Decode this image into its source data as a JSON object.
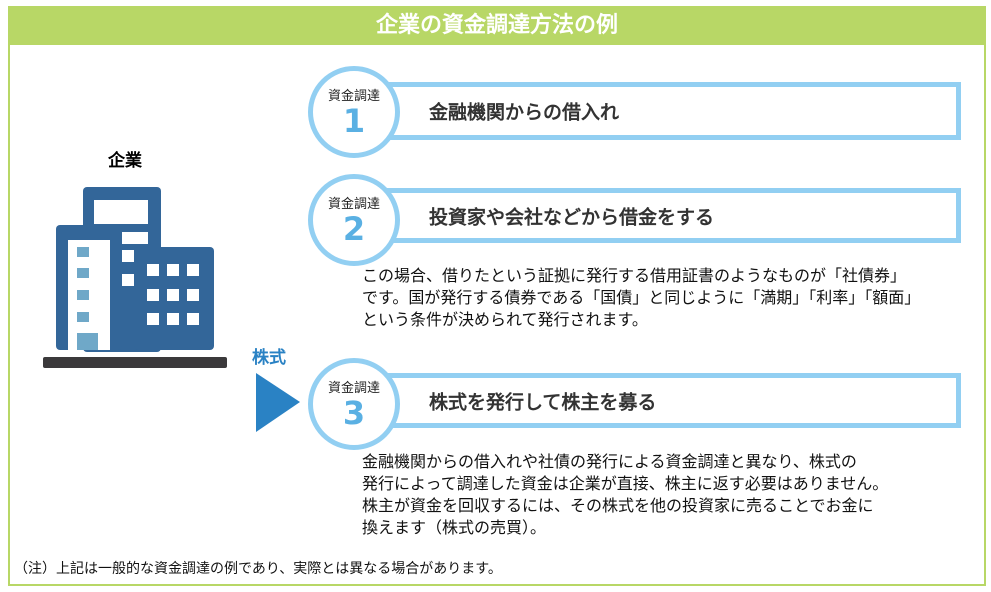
{
  "title": "企業の資金調達方法の例",
  "company_label": "企業",
  "stock_label": "株式",
  "steps": [
    {
      "label": "資金調達",
      "number": "1",
      "title": "金融機関からの借入れ"
    },
    {
      "label": "資金調達",
      "number": "2",
      "title": "投資家や会社などから借金をする",
      "desc": [
        "この場合、借りたという証拠に発行する借用証書のようなものが「社債券」",
        "です。国が発行する債券である「国債」と同じように「満期」「利率」「額面」",
        "という条件が決められて発行されます。"
      ]
    },
    {
      "label": "資金調達",
      "number": "3",
      "title": "株式を発行して株主を募る",
      "desc": [
        "金融機関からの借入れや社債の発行による資金調達と異なり、株式の",
        "発行によって調達した資金は企業が直接、株主に返す必要はありません。",
        "株主が資金を回収するには、その株式を他の投資家に売ることでお金に",
        "換えます（株式の売買）。"
      ]
    }
  ],
  "note": "（注）上記は一般的な資金調達の例であり、実際とは異なる場合があります。",
  "colors": {
    "header": "#b8d766",
    "circle": "#92cff2",
    "building": "#336699",
    "arrow": "#2a82c4"
  }
}
